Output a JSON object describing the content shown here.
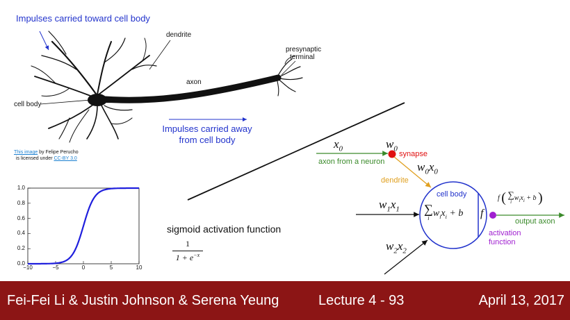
{
  "neuron": {
    "impulses_toward": "Impulses carried toward cell body",
    "dendrite": "dendrite",
    "presynaptic_line1": "presynaptic",
    "presynaptic_line2": "terminal",
    "axon": "axon",
    "cell_body": "cell body",
    "impulses_away_line1": "Impulses carried away",
    "impulses_away_line2": "from cell body",
    "credit": {
      "link_text": "This image",
      "by_text": " by Felipe Perucho",
      "licensed_text": "is licensed under ",
      "license_link": "CC-BY 3.0"
    }
  },
  "plot": {
    "y_ticks": [
      "1.0",
      "0.8",
      "0.6",
      "0.4",
      "0.2",
      "0.0"
    ],
    "x_ticks": [
      "−10",
      "−5",
      "0",
      "5",
      "10"
    ]
  },
  "sigmoid": {
    "label": "sigmoid activation function",
    "numerator": "1",
    "denominator": "1 + e",
    "exponent": "−x"
  },
  "model": {
    "x0": "x",
    "x0_sub": "0",
    "w0": "w",
    "w0_sub": "0",
    "synapse": "synapse",
    "axon_from_neuron": "axon from a neuron",
    "w0x0": "w",
    "w0x0_sub1": "0",
    "w0x0_x": "x",
    "w0x0_sub2": "0",
    "dendrite": "dendrite",
    "cell_body": "cell body",
    "w1x1": "w",
    "w1x1_sub1": "1",
    "w1x1_x": "x",
    "w1x1_sub2": "1",
    "w2x2": "w",
    "w2x2_sub1": "2",
    "w2x2_x": "x",
    "w2x2_sub2": "2",
    "sum_sign": "∑",
    "sum_index": "i",
    "sum_terms": "w",
    "sum_terms_i": "i",
    "sum_terms_x": "x",
    "sum_terms_xi": "i",
    "plus_b": " + b",
    "f": "f",
    "f_out_prefix": "f",
    "f_out_open": "(",
    "f_out_sum": "∑",
    "f_out_index": "i",
    "f_out_terms": "w",
    "f_out_terms_i": "i",
    "f_out_terms_x": "x",
    "f_out_terms_xi": "i",
    "f_out_plus_b": " + b",
    "f_out_close": ")",
    "output_axon": "output axon",
    "activation_line1": "activation",
    "activation_line2": "function"
  },
  "colors": {
    "blue": "#2233cc",
    "green": "#3a8a2a",
    "red": "#e01010",
    "orange": "#e0a020",
    "purple": "#a020d0",
    "footer": "#8c1515"
  },
  "footer": {
    "authors": "Fei-Fei Li & Justin Johnson & Serena Yeung",
    "lecture": "Lecture 4 - 93",
    "date": "April 13, 2017"
  }
}
